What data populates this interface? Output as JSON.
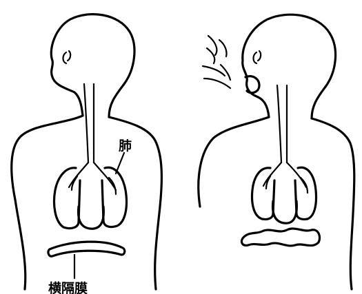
{
  "labels": {
    "lung": "肺",
    "diaphragm": "横隔膜"
  },
  "panels": [
    {
      "state": "diaphragm-contracted"
    },
    {
      "state": "diaphragm-relaxed-exhaling"
    }
  ],
  "colors": {
    "ink": "#000000",
    "background": "#ffffff"
  }
}
